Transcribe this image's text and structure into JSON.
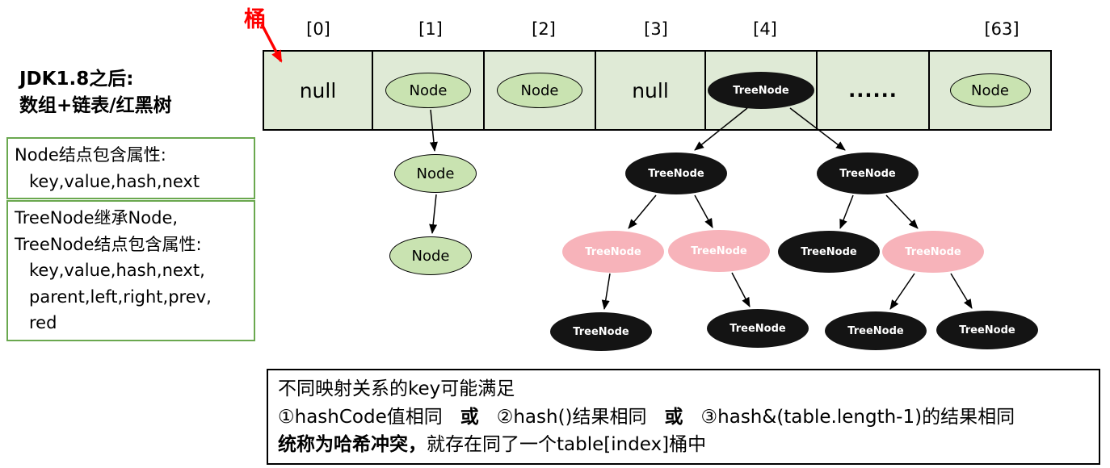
{
  "colors": {
    "cell_bg": "#dfead6",
    "node_fill": "#c9e3b1",
    "tree_black": "#141414",
    "tree_red": "#f7b3ba",
    "accent_red": "#fe0000",
    "box_green": "#6aa84f"
  },
  "bucket_label": "桶",
  "sidebar": {
    "title_line1": "JDK1.8之后:",
    "title_line2": "数组+链表/红黑树",
    "node_box": {
      "line1": "Node结点包含属性:",
      "line2": "key,value,hash,next"
    },
    "treenode_box": {
      "line1": "TreeNode继承Node,",
      "line2": "TreeNode结点包含属性:",
      "line3": "key,value,hash,next,",
      "line4": "parent,left,right,prev,",
      "line5": "red"
    }
  },
  "array": {
    "indices": [
      "[0]",
      "[1]",
      "[2]",
      "[3]",
      "[4]",
      "",
      "[63]"
    ],
    "cells": [
      {
        "type": "null",
        "label": "null"
      },
      {
        "type": "node",
        "label": "Node"
      },
      {
        "type": "node",
        "label": "Node"
      },
      {
        "type": "null",
        "label": "null"
      },
      {
        "type": "treenode",
        "label": "TreeNode"
      },
      {
        "type": "ellipsis",
        "label": "......"
      },
      {
        "type": "node",
        "label": "Node"
      }
    ]
  },
  "linked_list": {
    "nodes": [
      "Node",
      "Node"
    ]
  },
  "tree": {
    "nodes": [
      {
        "label": "TreeNode",
        "color": "black"
      },
      {
        "label": "TreeNode",
        "color": "black"
      },
      {
        "label": "TreeNode",
        "color": "red"
      },
      {
        "label": "TreeNode",
        "color": "red"
      },
      {
        "label": "TreeNode",
        "color": "black"
      },
      {
        "label": "TreeNode",
        "color": "red"
      },
      {
        "label": "TreeNode",
        "color": "black"
      },
      {
        "label": "TreeNode",
        "color": "black"
      },
      {
        "label": "TreeNode",
        "color": "black"
      },
      {
        "label": "TreeNode",
        "color": "black"
      }
    ]
  },
  "footer": {
    "line1": "不同映射关系的key可能满足",
    "line2": [
      "①hashCode值相同",
      "或",
      "②hash()结果相同",
      "或",
      "③hash&(table.length-1)的结果相同"
    ],
    "line3_bold": "统称为哈希冲突，",
    "line3_rest": "就存在同了一个table[index]桶中"
  }
}
